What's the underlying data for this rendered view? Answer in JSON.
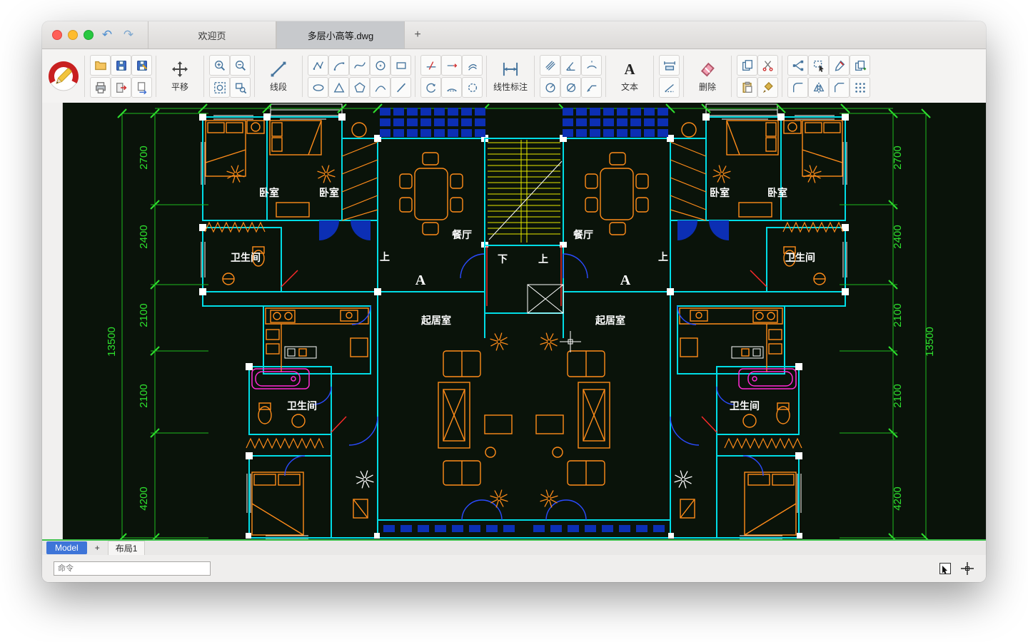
{
  "window": {
    "tabs": [
      {
        "label": "欢迎页",
        "active": false
      },
      {
        "label": "多层小高等.dwg",
        "active": true
      }
    ],
    "new_tab_label": "+"
  },
  "toolbar": {
    "groups": [
      {
        "kind": "logo",
        "name": "app-logo"
      },
      {
        "kind": "grid",
        "cols": 3,
        "buttons": [
          {
            "name": "open",
            "icon": "folder"
          },
          {
            "name": "save",
            "icon": "floppy"
          },
          {
            "name": "save-as",
            "icon": "floppy2"
          },
          {
            "name": "print",
            "icon": "printer"
          },
          {
            "name": "export",
            "icon": "export"
          },
          {
            "name": "send",
            "icon": "doc-arrow"
          }
        ]
      },
      {
        "kind": "big",
        "name": "pan",
        "icon": "move",
        "label": "平移"
      },
      {
        "kind": "grid",
        "cols": 2,
        "buttons": [
          {
            "name": "zoom-in",
            "icon": "zoom-in"
          },
          {
            "name": "zoom-out",
            "icon": "zoom-out"
          },
          {
            "name": "zoom-extents",
            "icon": "zoom-ext"
          },
          {
            "name": "zoom-window",
            "icon": "zoom-win"
          }
        ]
      },
      {
        "kind": "big",
        "name": "line",
        "icon": "line",
        "label": "线段"
      },
      {
        "kind": "grid",
        "cols": 5,
        "buttons": [
          {
            "name": "polyline",
            "icon": "polyline"
          },
          {
            "name": "arc",
            "icon": "arc"
          },
          {
            "name": "spline",
            "icon": "spline"
          },
          {
            "name": "circle",
            "icon": "circle"
          },
          {
            "name": "rectangle",
            "icon": "rect"
          },
          {
            "name": "ellipse",
            "icon": "ellipse"
          },
          {
            "name": "triangle",
            "icon": "triangle"
          },
          {
            "name": "polygon",
            "icon": "pentagon"
          },
          {
            "name": "freehand",
            "icon": "curve"
          },
          {
            "name": "hatch-line",
            "icon": "slash"
          }
        ]
      },
      {
        "kind": "grid",
        "cols": 3,
        "buttons": [
          {
            "name": "trim",
            "icon": "trim"
          },
          {
            "name": "extend",
            "icon": "extend"
          },
          {
            "name": "offset",
            "icon": "offset"
          },
          {
            "name": "rotate",
            "icon": "rotate"
          },
          {
            "name": "measure-arc",
            "icon": "arc2"
          },
          {
            "name": "measure-area",
            "icon": "blob"
          }
        ]
      },
      {
        "kind": "big",
        "name": "linear-dimension",
        "icon": "dim-linear",
        "label": "线性标注"
      },
      {
        "kind": "grid",
        "cols": 3,
        "buttons": [
          {
            "name": "aligned-dimension",
            "icon": "dim-aligned"
          },
          {
            "name": "angular-dimension",
            "icon": "dim-angle"
          },
          {
            "name": "arc-dimension",
            "icon": "dim-arc"
          },
          {
            "name": "radius-dimension",
            "icon": "dim-radius"
          },
          {
            "name": "diameter-dimension",
            "icon": "dim-dia"
          },
          {
            "name": "leader",
            "icon": "leader"
          }
        ]
      },
      {
        "kind": "big",
        "name": "text",
        "icon": "text-a",
        "label": "文本"
      },
      {
        "kind": "grid",
        "cols": 1,
        "buttons": [
          {
            "name": "dimension-horizontal",
            "icon": "dim-h"
          },
          {
            "name": "dimension-slope",
            "icon": "dim-slope"
          }
        ]
      },
      {
        "kind": "big",
        "name": "erase",
        "icon": "eraser",
        "label": "删除"
      },
      {
        "kind": "grid",
        "cols": 2,
        "buttons": [
          {
            "name": "copy",
            "icon": "copy"
          },
          {
            "name": "cut",
            "icon": "scissors"
          },
          {
            "name": "paste",
            "icon": "paste"
          },
          {
            "name": "format-brush",
            "icon": "brush"
          }
        ]
      },
      {
        "kind": "grid",
        "cols": 4,
        "buttons": [
          {
            "name": "group",
            "icon": "nodes"
          },
          {
            "name": "select-window",
            "icon": "select"
          },
          {
            "name": "pick-color",
            "icon": "dropper"
          },
          {
            "name": "duplicate",
            "icon": "copy2"
          },
          {
            "name": "fillet",
            "icon": "corner-round"
          },
          {
            "name": "mirror",
            "icon": "mirror"
          },
          {
            "name": "chamfer",
            "icon": "corner-cut"
          },
          {
            "name": "array",
            "icon": "array"
          }
        ]
      }
    ]
  },
  "canvas": {
    "labels": {
      "bedroom": "卧室",
      "bathroom": "卫生间",
      "dining": "餐厅",
      "living": "起居室",
      "up": "上",
      "down": "下",
      "section_mark": "A"
    },
    "dim_values": [
      "2700",
      "2400",
      "2100",
      "2100",
      "4200"
    ],
    "dim_total": "13500"
  },
  "statusbar": {
    "model_tab": "Model",
    "add_tab": "+",
    "layout_tab": "布局1"
  },
  "commandbar": {
    "placeholder": "命令"
  },
  "colors": {
    "wall": "#00dde6",
    "furniture": "#ff8c1a",
    "dimension": "#2ee02e",
    "stair": "#e8e800",
    "door": "#2b4bff",
    "door_fill": "#0c2fb4",
    "bathtub": "#ff2ad4",
    "red_accent": "#ff2a2a",
    "canvas_bg": "#0a130a",
    "model_tab_bg": "#3e75d8",
    "status_green": "#3ec14b"
  }
}
